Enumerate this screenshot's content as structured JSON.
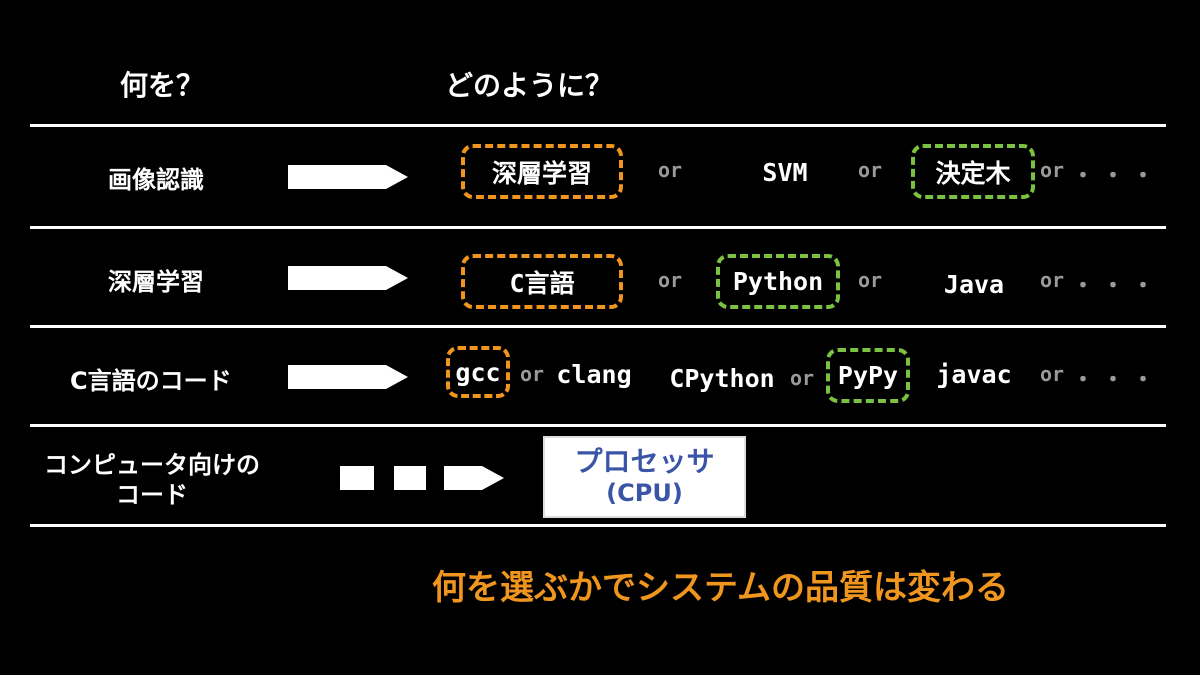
{
  "headers": {
    "what": "何を？",
    "how": "どのように？"
  },
  "rows": [
    {
      "label": "画像認識",
      "options": [
        "深層学習",
        "SVM",
        "決定木"
      ],
      "or": "or",
      "dots": "・・・"
    },
    {
      "label": "深層学習",
      "options": [
        "C言語",
        "Python",
        "Java"
      ],
      "or": "or",
      "dots": "・・・"
    },
    {
      "label": "C言語のコード",
      "options": [
        "gcc",
        "clang",
        "CPython",
        "PyPy",
        "javac"
      ],
      "or": "or",
      "dots": "・・・"
    },
    {
      "label_line1": "コンピュータ向けの",
      "label_line2": "コード",
      "target_line1": "プロセッサ",
      "target_line2": "(CPU)"
    }
  ],
  "footer": "何を選ぶかでシステムの品質は変わる",
  "colors": {
    "orange": "#f0961e",
    "green": "#7cc242",
    "cpu_text": "#3a55a8",
    "or_gray": "#9a9a9a"
  }
}
